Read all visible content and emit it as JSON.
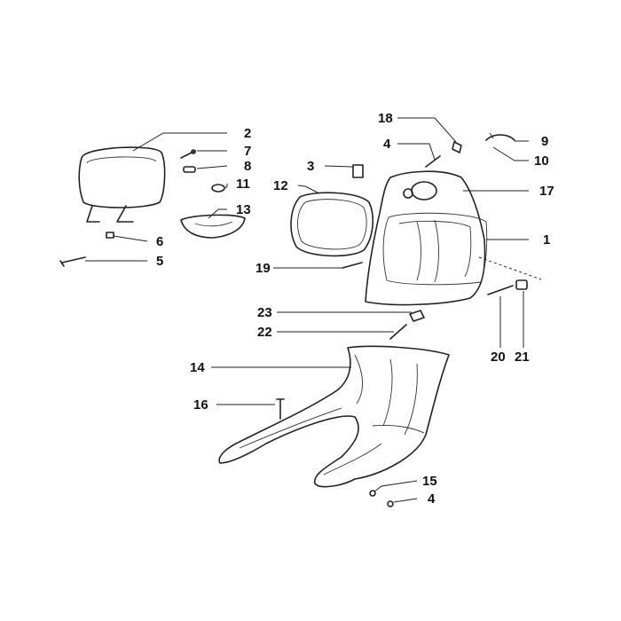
{
  "diagram": {
    "type": "exploded-parts-diagram",
    "background": "#ffffff",
    "line_color": "#222222",
    "callouts": [
      {
        "id": "c1",
        "text": "1"
      },
      {
        "id": "c2",
        "text": "2"
      },
      {
        "id": "c3",
        "text": "3"
      },
      {
        "id": "c4a",
        "text": "4"
      },
      {
        "id": "c4b",
        "text": "4"
      },
      {
        "id": "c5",
        "text": "5"
      },
      {
        "id": "c6",
        "text": "6"
      },
      {
        "id": "c7",
        "text": "7"
      },
      {
        "id": "c8",
        "text": "8"
      },
      {
        "id": "c9",
        "text": "9"
      },
      {
        "id": "c10",
        "text": "10"
      },
      {
        "id": "c11",
        "text": "11"
      },
      {
        "id": "c12",
        "text": "12"
      },
      {
        "id": "c13",
        "text": "13"
      },
      {
        "id": "c14",
        "text": "14"
      },
      {
        "id": "c15",
        "text": "15"
      },
      {
        "id": "c16",
        "text": "16"
      },
      {
        "id": "c17",
        "text": "17"
      },
      {
        "id": "c18",
        "text": "18"
      },
      {
        "id": "c19",
        "text": "19"
      },
      {
        "id": "c20",
        "text": "20"
      },
      {
        "id": "c21",
        "text": "21"
      },
      {
        "id": "c22",
        "text": "22"
      },
      {
        "id": "c23",
        "text": "23"
      }
    ]
  }
}
